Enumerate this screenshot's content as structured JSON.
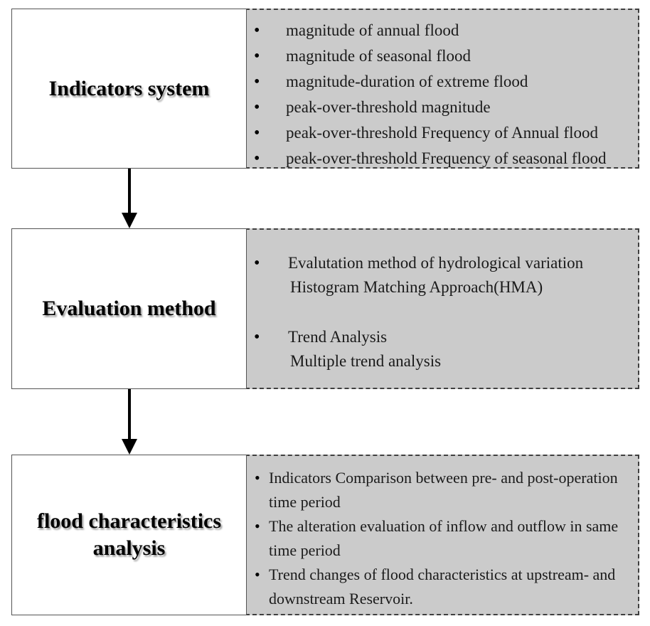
{
  "glyphs": {
    "bullet": "•"
  },
  "colors": {
    "panel_fill": "#cbcbcb",
    "panel_dash_border": "#3f3f3f",
    "box_border": "#545454",
    "arrow": "#000000",
    "text": "#1a1a1a",
    "title_shadow": "#9a9a9a"
  },
  "boxes": [
    {
      "title_lines": [
        "Indicators system"
      ],
      "bullets": [
        {
          "lines": [
            "magnitude of annual flood"
          ]
        },
        {
          "lines": [
            "magnitude of seasonal flood"
          ]
        },
        {
          "lines": [
            "magnitude-duration of extreme flood"
          ]
        },
        {
          "lines": [
            "peak-over-threshold magnitude"
          ]
        },
        {
          "lines": [
            "peak-over-threshold Frequency of Annual flood"
          ]
        },
        {
          "lines": [
            "peak-over-threshold Frequency of seasonal flood"
          ]
        }
      ]
    },
    {
      "title_lines": [
        "Evaluation method"
      ],
      "bullets": [
        {
          "lines": [
            "Evalutation method of hydrological variation",
            "Histogram Matching Approach(HMA)"
          ]
        },
        {
          "lines": [
            "Trend Analysis",
            "Multiple trend analysis"
          ]
        }
      ]
    },
    {
      "title_lines": [
        "flood characteristics",
        "analysis"
      ],
      "bullets": [
        {
          "lines": [
            "Indicators Comparison between pre- and post-operation",
            "time period"
          ]
        },
        {
          "lines": [
            "The alteration evaluation of inflow and outflow in same",
            "time period"
          ]
        },
        {
          "lines": [
            "Trend changes of flood characteristics at upstream- and",
            "downstream Reservoir."
          ]
        }
      ]
    }
  ]
}
